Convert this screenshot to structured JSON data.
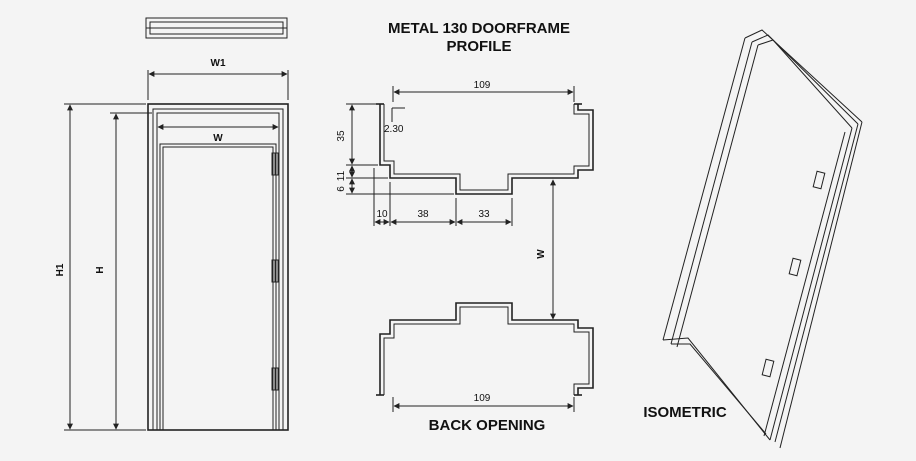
{
  "title_line1": "METAL 130 DOORFRAME",
  "title_line2": "PROFILE",
  "captions": {
    "back_opening": "BACK OPENING",
    "isometric": "ISOMETRIC"
  },
  "elevation_labels": {
    "w1": "W1",
    "w": "W",
    "h1": "H1",
    "h": "H"
  },
  "profile_dims": {
    "top_width": "109",
    "thickness": "2.30",
    "depth": "35",
    "rebate_1": "11",
    "rebate_2": "6",
    "seg_1": "10",
    "seg_2": "38",
    "seg_3": "33",
    "opening": "W",
    "bottom_width": "109"
  }
}
